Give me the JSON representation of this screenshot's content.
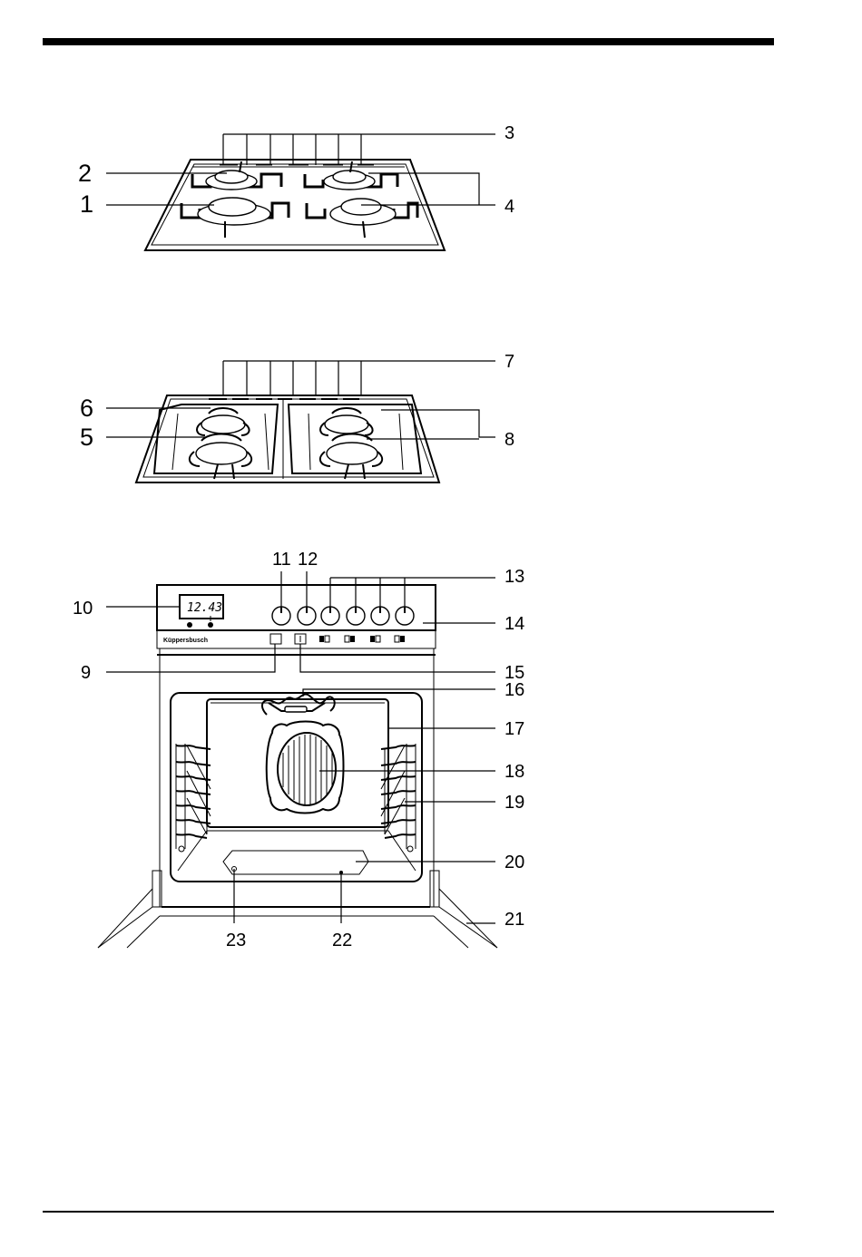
{
  "diagram": {
    "display_time": "12.43",
    "brand": "Küppersbusch",
    "callouts": {
      "c1": "1",
      "c2": "2",
      "c3": "3",
      "c4": "4",
      "c5": "5",
      "c6": "6",
      "c7": "7",
      "c8": "8",
      "c9": "9",
      "c10": "10",
      "c11": "11",
      "c12": "12",
      "c13": "13",
      "c14": "14",
      "c15": "15",
      "c16": "16",
      "c17": "17",
      "c18": "18",
      "c19": "19",
      "c20": "20",
      "c21": "21",
      "c22": "22",
      "c23": "23"
    }
  }
}
